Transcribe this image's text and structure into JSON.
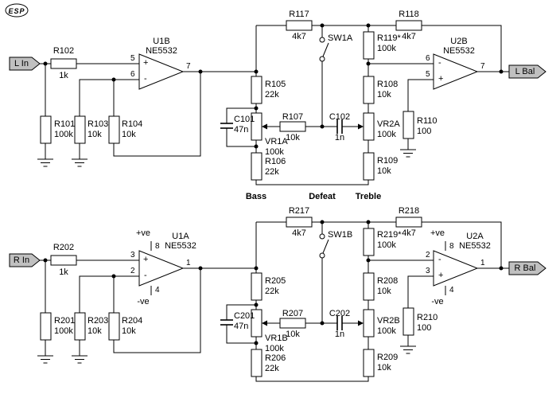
{
  "logo": "ESP",
  "colors": {
    "background": "#ffffff",
    "wire": "#000000",
    "tag_fill": "#c0c0c0",
    "text": "#000000"
  },
  "section_labels": {
    "bass": "Bass",
    "defeat": "Defeat",
    "treble": "Treble"
  },
  "channels": {
    "left": {
      "input_tag": "L In",
      "output_tag": "L Bal",
      "components": {
        "r101": {
          "ref": "R101",
          "value": "100k"
        },
        "r102": {
          "ref": "R102",
          "value": "1k"
        },
        "r103": {
          "ref": "R103",
          "value": "10k"
        },
        "r104": {
          "ref": "R104",
          "value": "10k"
        },
        "r105": {
          "ref": "R105",
          "value": "22k"
        },
        "r106": {
          "ref": "R106",
          "value": "22k"
        },
        "r107": {
          "ref": "R107",
          "value": "10k"
        },
        "r108": {
          "ref": "R108",
          "value": "10k"
        },
        "r109": {
          "ref": "R109",
          "value": "10k"
        },
        "r110": {
          "ref": "R110",
          "value": "100"
        },
        "r117": {
          "ref": "R117",
          "value": "4k7"
        },
        "r118": {
          "ref": "R118",
          "value": "4k7"
        },
        "r119": {
          "ref": "R119*",
          "value": "100k"
        },
        "c101": {
          "ref": "C101",
          "value": "47n"
        },
        "c102": {
          "ref": "C102",
          "value": "1n"
        },
        "vr1": {
          "ref": "VR1A",
          "value": "100k"
        },
        "vr2": {
          "ref": "VR2A",
          "value": "100k"
        },
        "sw": {
          "ref": "SW1A"
        },
        "u1": {
          "ref": "U1B",
          "part": "NE5532",
          "pin_top": "5",
          "pin_bottom": "6",
          "pin_out": "7",
          "sign_top": "+",
          "sign_bottom": "-"
        },
        "u2": {
          "ref": "U2B",
          "part": "NE5532",
          "pin_top": "6",
          "pin_bottom": "5",
          "pin_out": "7",
          "sign_top": "-",
          "sign_bottom": "+"
        }
      }
    },
    "right": {
      "input_tag": "R In",
      "output_tag": "R Bal",
      "components": {
        "r201": {
          "ref": "R201",
          "value": "100k"
        },
        "r202": {
          "ref": "R202",
          "value": "1k"
        },
        "r203": {
          "ref": "R203",
          "value": "10k"
        },
        "r204": {
          "ref": "R204",
          "value": "10k"
        },
        "r205": {
          "ref": "R205",
          "value": "22k"
        },
        "r206": {
          "ref": "R206",
          "value": "22k"
        },
        "r207": {
          "ref": "R207",
          "value": "10k"
        },
        "r208": {
          "ref": "R208",
          "value": "10k"
        },
        "r209": {
          "ref": "R209",
          "value": "10k"
        },
        "r210": {
          "ref": "R210",
          "value": "100"
        },
        "r217": {
          "ref": "R217",
          "value": "4k7"
        },
        "r218": {
          "ref": "R218",
          "value": "4k7"
        },
        "r219": {
          "ref": "R219*",
          "value": "100k"
        },
        "c201": {
          "ref": "C201",
          "value": "47n"
        },
        "c202": {
          "ref": "C202",
          "value": "1n"
        },
        "vr1": {
          "ref": "VR1B",
          "value": "100k"
        },
        "vr2": {
          "ref": "VR2B",
          "value": "100k"
        },
        "sw": {
          "ref": "SW1B"
        },
        "u1": {
          "ref": "U1A",
          "part": "NE5532",
          "pin_top": "3",
          "pin_bottom": "2",
          "pin_out": "1",
          "pin_vplus": "8",
          "pin_vminus": "4",
          "rail_plus": "+ve",
          "rail_minus": "-ve",
          "sign_top": "+",
          "sign_bottom": "-"
        },
        "u2": {
          "ref": "U2A",
          "part": "NE5532",
          "pin_top": "2",
          "pin_bottom": "3",
          "pin_out": "1",
          "pin_vplus": "8",
          "pin_vminus": "4",
          "rail_plus": "+ve",
          "rail_minus": "-ve",
          "sign_top": "-",
          "sign_bottom": "+"
        }
      }
    }
  }
}
